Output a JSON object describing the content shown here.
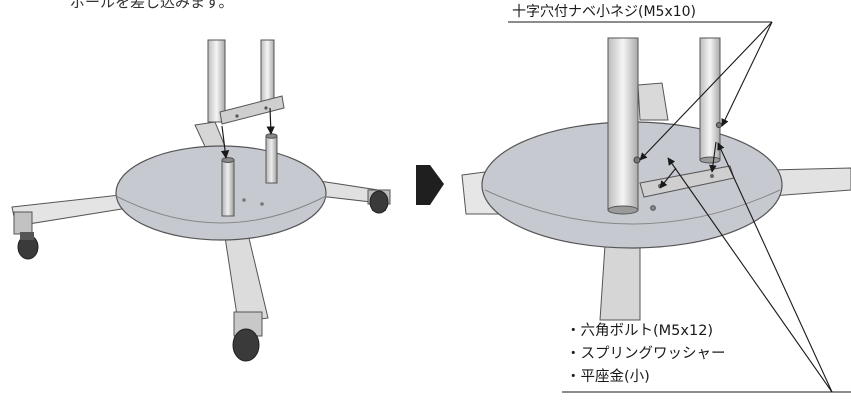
{
  "instruction_text": "ポールを差し込みます。",
  "screw_label": "十字穴付ナベ小ネジ(M5x10)",
  "parts_list": [
    "・六角ボルト(M5x12)",
    "・スプリングワッシャー",
    "・平座金(小)"
  ],
  "colors": {
    "metal": "#d9d9d9",
    "base_plate": "#c6c9cf",
    "caster": "#3a3a3a",
    "arrow": "#1a1a1a"
  }
}
